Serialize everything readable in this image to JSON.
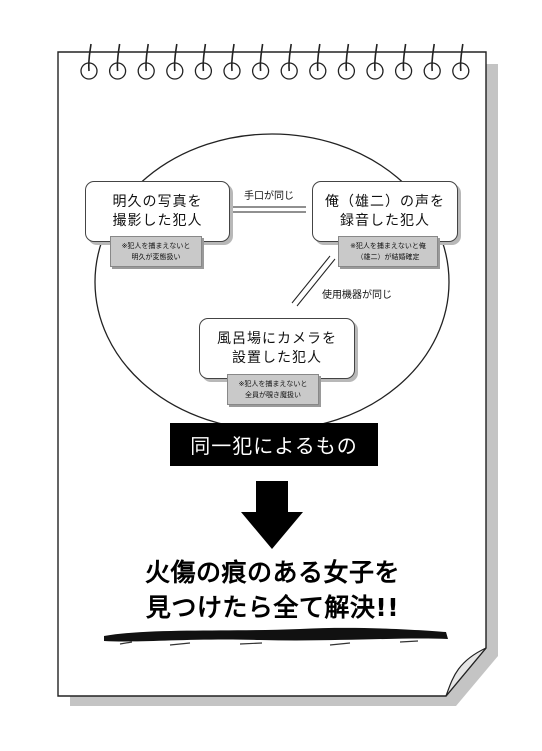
{
  "boxes": {
    "photo": {
      "line1": "明久の写真を",
      "line2": "撮影した犯人"
    },
    "recorder": {
      "line1": "俺（雄二）の声を",
      "line2": "録音した犯人"
    },
    "bath": {
      "line1": "風呂場にカメラを",
      "line2": "設置した犯人"
    }
  },
  "notes": {
    "photo": {
      "line1": "※犯人を捕まえないと",
      "line2": "明久が変態扱い"
    },
    "recorder": {
      "line1": "※犯人を捕まえないと俺",
      "line2": "（雄二）が結婚確定"
    },
    "bath": {
      "line1": "※犯人を捕まえないと",
      "line2": "全員が覗き魔扱い"
    }
  },
  "links": {
    "same_hand": "手口が同じ",
    "same_device": "使用機器が同じ"
  },
  "banner": "同一犯によるもの",
  "conclusion": {
    "line1": "火傷の痕のある女子を",
    "line2": "見つけたら全て解決!!"
  },
  "colors": {
    "banner_bg": "#000000",
    "note_bg": "#c9c9c9",
    "paper": "#ffffff"
  },
  "icons": [
    "spiral-binding-ring",
    "down-arrow",
    "brush-underline"
  ]
}
